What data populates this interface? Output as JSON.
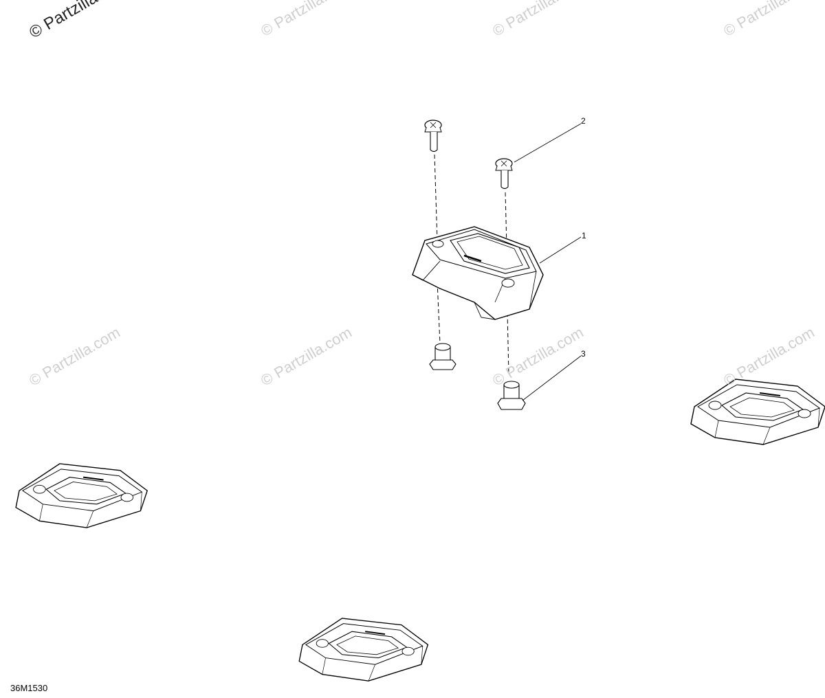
{
  "watermark": {
    "corner_text": "© Partzilla.com",
    "repeat_text": "© Partzilla.com"
  },
  "callouts": {
    "part_1": "1",
    "part_2": "2",
    "part_3": "3"
  },
  "figure_id": "36M1530",
  "colors": {
    "line": "#000000",
    "watermark": "#cfcfcf"
  }
}
